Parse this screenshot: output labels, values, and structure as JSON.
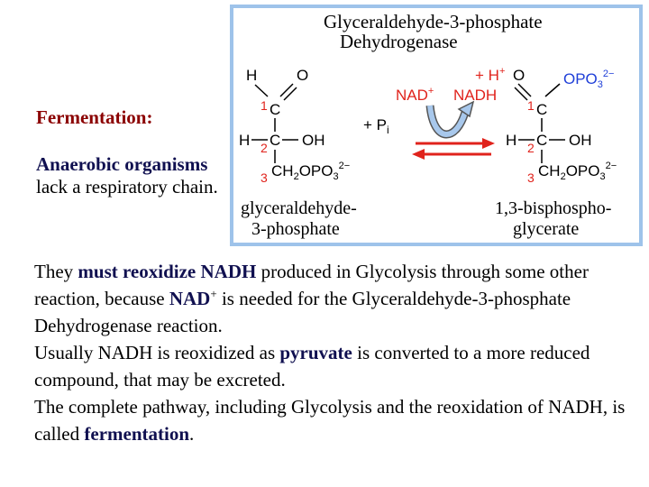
{
  "side": {
    "title": "Fermentation:",
    "line_bold": "Anaerobic organisms",
    "line_rest": " lack a respiratory chain."
  },
  "diagram": {
    "title_line1": "Glyceraldehyde-3-phosphate",
    "title_line2": "Dehydrogenase",
    "left_label_line1": "glyceraldehyde-",
    "left_label_line2": "3-phosphate",
    "right_label_line1": "1,3-bisphospho-",
    "right_label_line2": "glycerate",
    "nad": "NAD",
    "nadh": "NADH",
    "h_plus": "+ H",
    "plus_pi": "+ P",
    "pi_sub": "i",
    "atoms": {
      "H": "H",
      "O": "O",
      "C": "C",
      "OH": "OH",
      "ch2": "CH",
      "po3": "OPO",
      "n1": "1",
      "n2": "2",
      "n3": "3"
    },
    "colors": {
      "red": "#e0231c",
      "blue": "#1f3fd8",
      "border": "#9ec3ea"
    }
  },
  "body": {
    "p1_a": "They ",
    "p1_b": "must reoxidize NADH",
    "p1_c": " produced in Glycolysis through some other reaction, because ",
    "p1_d": "NAD",
    "p1_sup": "+",
    "p1_e": " is needed for the Glyceraldehyde-3-phosphate Dehydrogenase reaction.",
    "p2_a": "Usually NADH is reoxidized as ",
    "p2_b": "pyruvate",
    "p2_c": " is converted to a more reduced compound, that may be excreted.",
    "p3_a": "The complete pathway, including Glycolysis and the reoxidation of NADH, is called ",
    "p3_b": "fermentation",
    "p3_c": "."
  }
}
